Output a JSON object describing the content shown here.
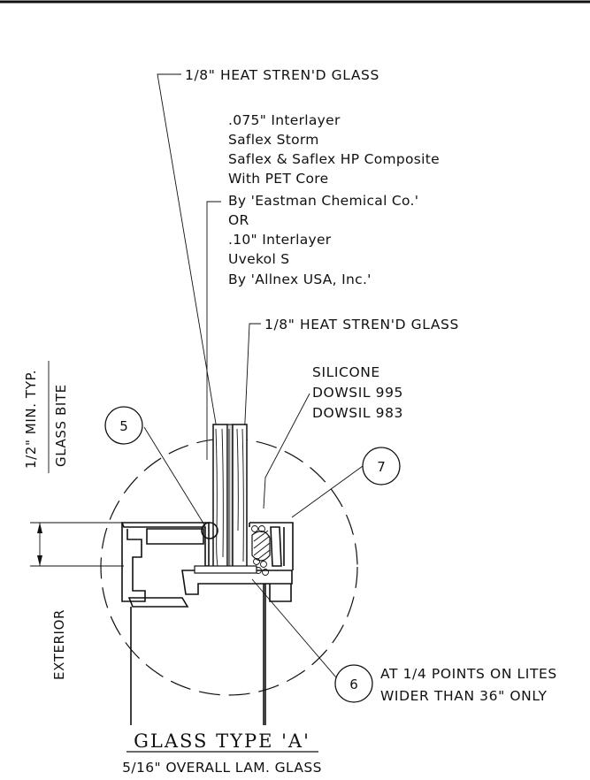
{
  "labels": {
    "glass_top": "1/8\" HEAT STREN'D GLASS",
    "interlayer": [
      ".075\" Interlayer",
      "Saflex Storm",
      "Saflex & Saflex HP Composite",
      "With PET Core",
      "By 'Eastman Chemical Co.'",
      "OR",
      ".10\" Interlayer",
      "Uvekol S",
      "By 'Allnex USA, Inc.'"
    ],
    "glass_bottom": "1/8\" HEAT STREN'D GLASS",
    "silicone": [
      "SILICONE",
      "DOWSIL 995",
      "DOWSIL 983"
    ],
    "glass_bite_dim": "1/2\" MIN. TYP.",
    "glass_bite": "GLASS BITE",
    "exterior": "EXTERIOR",
    "note_6": [
      "AT 1/4 POINTS ON LITES",
      "WIDER THAN 36\" ONLY"
    ]
  },
  "tags": [
    "5",
    "7",
    "6"
  ],
  "title": "GLASS TYPE 'A'",
  "subtitle": "5/16\" OVERALL LAM. GLASS"
}
